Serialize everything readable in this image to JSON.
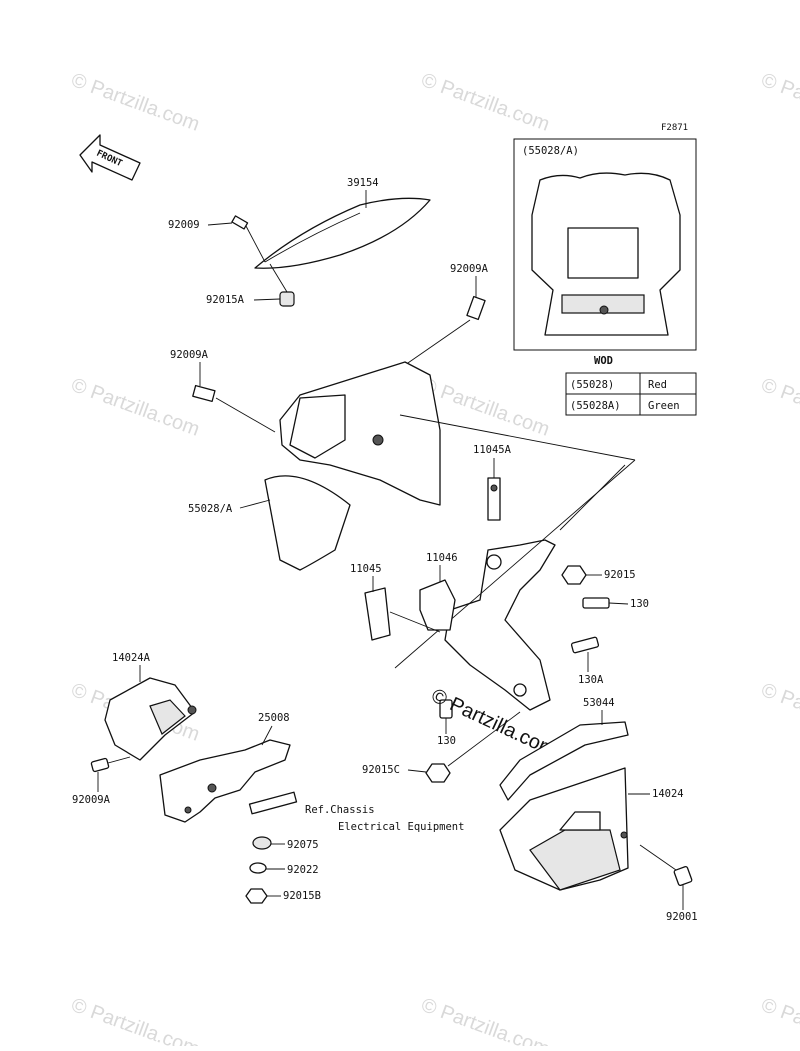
{
  "figure_code": "F2871",
  "front_label": "FRONT",
  "watermark": "© Partzilla.com",
  "center_watermark": "© Partzilla.com",
  "inset": {
    "title": "(55028/A)",
    "caption": "WOD",
    "table": [
      {
        "part": "(55028)",
        "color": "Red"
      },
      {
        "part": "(55028A)",
        "color": "Green"
      }
    ]
  },
  "labels": {
    "p39154": "39154",
    "p92009_top": "92009",
    "p92015a": "92015A",
    "p92009a_right": "92009A",
    "p92009a_left": "92009A",
    "p55028a": "55028/A",
    "p11045a": "11045A",
    "p11046": "11046",
    "p11045": "11045",
    "p92015": "92015",
    "p130": "130",
    "p130a": "130A",
    "p130_bottom": "130",
    "p53044": "53044",
    "p14024a": "14024A",
    "p25008": "25008",
    "p92009a_bottom": "92009A",
    "p92015c": "92015C",
    "p14024": "14024",
    "ref_line1": "Ref.Chassis",
    "ref_line2": "Electrical Equipment",
    "p92075": "92075",
    "p92022": "92022",
    "p92015b": "92015B",
    "p92001": "92001"
  }
}
